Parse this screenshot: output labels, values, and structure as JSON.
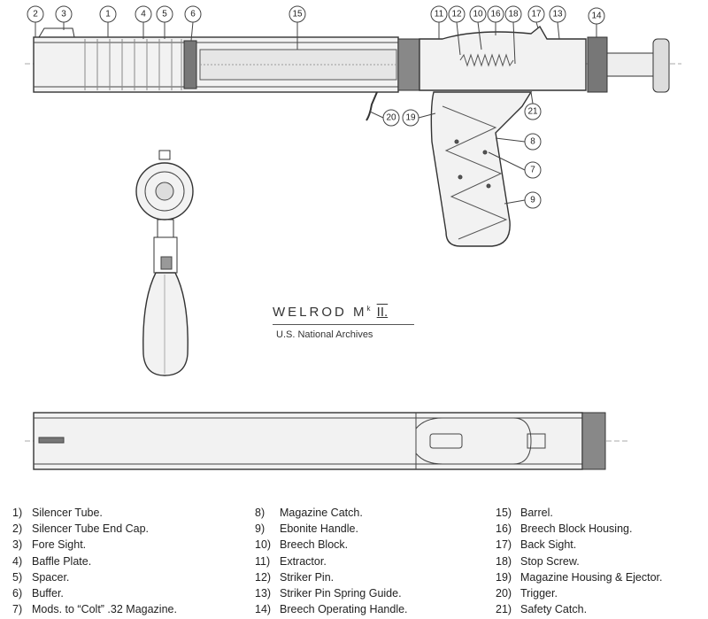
{
  "title": {
    "main": "WELROD  M",
    "mark_suffix": "k",
    "roman": "II.",
    "source": "U.S. National Archives"
  },
  "callouts": [
    "2",
    "3",
    "1",
    "4",
    "5",
    "6",
    "15",
    "11",
    "12",
    "10",
    "16",
    "18",
    "17",
    "13",
    "14",
    "20",
    "19",
    "21",
    "8",
    "7",
    "9"
  ],
  "legend": {
    "col1": [
      {
        "num": "1)",
        "text": "Silencer Tube."
      },
      {
        "num": "2)",
        "text": "Silencer Tube End Cap."
      },
      {
        "num": "3)",
        "text": "Fore Sight."
      },
      {
        "num": "4)",
        "text": "Baffle Plate."
      },
      {
        "num": "5)",
        "text": "Spacer."
      },
      {
        "num": "6)",
        "text": "Buffer."
      },
      {
        "num": "7)",
        "text": "Mods. to “Colt” .32 Magazine."
      }
    ],
    "col2": [
      {
        "num": "8)",
        "text": "Magazine Catch."
      },
      {
        "num": "9)",
        "text": "Ebonite Handle."
      },
      {
        "num": "10)",
        "text": "Breech Block."
      },
      {
        "num": "11)",
        "text": "Extractor."
      },
      {
        "num": "12)",
        "text": "Striker Pin."
      },
      {
        "num": "13)",
        "text": "Striker Pin Spring Guide."
      },
      {
        "num": "14)",
        "text": "Breech Operating Handle."
      }
    ],
    "col3": [
      {
        "num": "15)",
        "text": "Barrel."
      },
      {
        "num": "16)",
        "text": "Breech Block Housing."
      },
      {
        "num": "17)",
        "text": "Back Sight."
      },
      {
        "num": "18)",
        "text": "Stop Screw."
      },
      {
        "num": "19)",
        "text": "Magazine Housing & Ejector."
      },
      {
        "num": "20)",
        "text": "Trigger."
      },
      {
        "num": "21)",
        "text": "Safety Catch."
      }
    ]
  }
}
